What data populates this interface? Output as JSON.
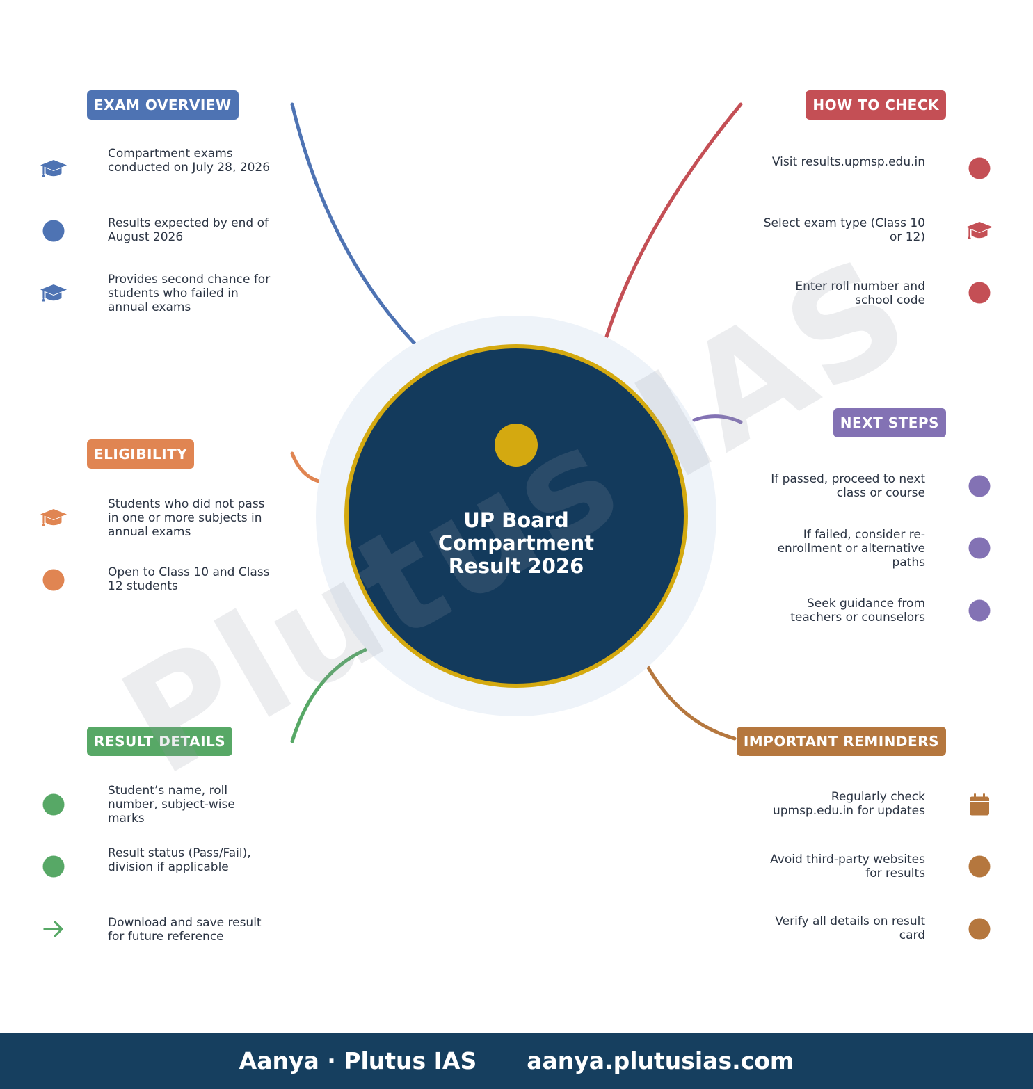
{
  "center": {
    "title_lines": [
      "UP Board",
      "Compartment",
      "Result 2026"
    ],
    "colors": {
      "circle": "#133a5c",
      "ring": "#d4a910",
      "halo": "#eef3f9",
      "dot": "#d4a910"
    }
  },
  "watermark": "Plutus IAS",
  "sections": [
    {
      "id": "exam-overview",
      "title": "EXAM OVERVIEW",
      "color": "#4e73b3",
      "side": "left",
      "items": [
        {
          "text": "Compartment exams conducted on July 28, 2026",
          "icon": "graduation-cap-icon"
        },
        {
          "text": "Results expected by end of August 2026",
          "icon": "dot-icon"
        },
        {
          "text": "Provides second chance for students who failed in annual exams",
          "icon": "graduation-cap-icon"
        }
      ]
    },
    {
      "id": "how-to-check",
      "title": "HOW TO CHECK",
      "color": "#c44f55",
      "side": "right",
      "items": [
        {
          "text": "Visit results.upmsp.edu.in",
          "icon": "dot-icon"
        },
        {
          "text": "Select exam type (Class 10 or 12)",
          "icon": "graduation-cap-icon"
        },
        {
          "text": "Enter roll number and school code",
          "icon": "dot-icon"
        }
      ]
    },
    {
      "id": "eligibility",
      "title": "ELIGIBILITY",
      "color": "#e08552",
      "side": "left",
      "items": [
        {
          "text": "Students who did not pass in one or more subjects in annual exams",
          "icon": "graduation-cap-icon"
        },
        {
          "text": "Open to Class 10 and Class 12 students",
          "icon": "dot-icon"
        }
      ]
    },
    {
      "id": "next-steps",
      "title": "NEXT STEPS",
      "color": "#8372b4",
      "side": "right",
      "items": [
        {
          "text": "If passed, proceed to next class or course",
          "icon": "dot-icon"
        },
        {
          "text": "If failed, consider re-enrollment or alternative paths",
          "icon": "dot-icon"
        },
        {
          "text": "Seek guidance from teachers or counselors",
          "icon": "dot-icon"
        }
      ]
    },
    {
      "id": "result-details",
      "title": "RESULT DETAILS",
      "color": "#57a866",
      "side": "left",
      "items": [
        {
          "text": "Student’s name, roll number, subject-wise marks",
          "icon": "dot-icon"
        },
        {
          "text": "Result status (Pass/Fail), division if applicable",
          "icon": "dot-icon"
        },
        {
          "text": "Download and save result for future reference",
          "icon": "arrow-right-icon"
        }
      ]
    },
    {
      "id": "important-reminders",
      "title": "IMPORTANT REMINDERS",
      "color": "#b5773e",
      "side": "right",
      "items": [
        {
          "text": "Regularly check upmsp.edu.in for updates",
          "icon": "calendar-icon"
        },
        {
          "text": "Avoid third-party websites for results",
          "icon": "dot-icon"
        },
        {
          "text": "Verify all details on result card",
          "icon": "dot-icon"
        }
      ]
    }
  ],
  "footer": {
    "author": "Aanya · Plutus IAS",
    "website": "aanya.plutusias.com"
  }
}
